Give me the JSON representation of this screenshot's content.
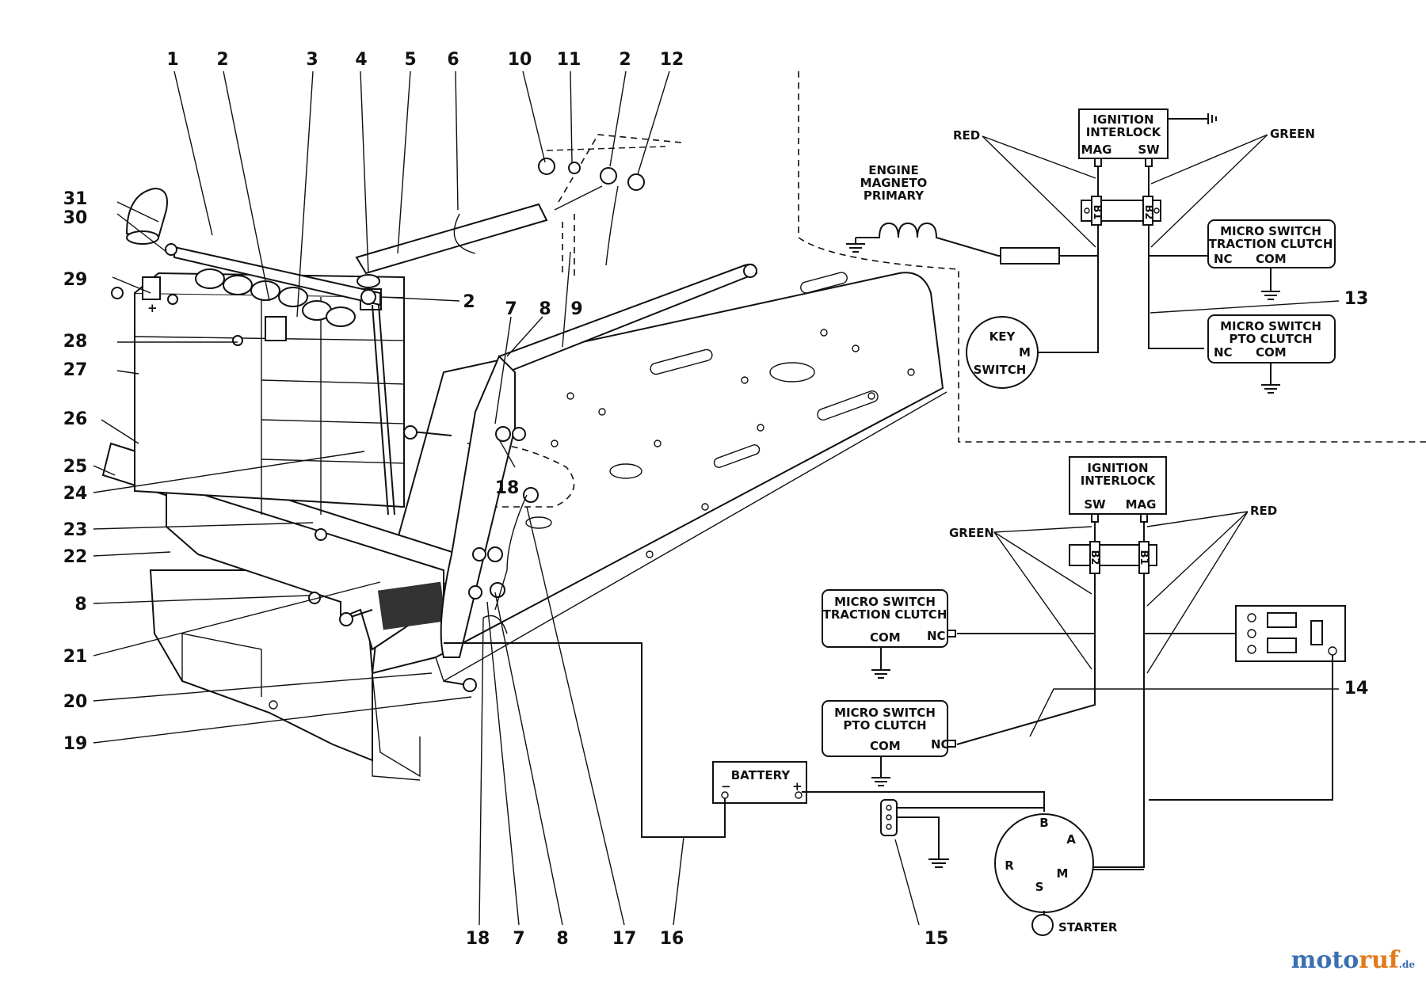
{
  "part_numbers": {
    "top_row": [
      "1",
      "2",
      "3",
      "4",
      "5",
      "6",
      "10",
      "11",
      "2",
      "12"
    ],
    "mid": [
      "2",
      "7",
      "8",
      "9",
      "18",
      "13"
    ],
    "left_col": [
      "31",
      "30",
      "29",
      "28",
      "27",
      "26",
      "25",
      "24",
      "23",
      "22",
      "8",
      "21",
      "20",
      "19"
    ],
    "bottom_row": [
      "18",
      "7",
      "8",
      "17",
      "16",
      "15"
    ],
    "right": [
      "14"
    ]
  },
  "upper_diagram": {
    "interlock_title": [
      "IGNITION",
      "INTERLOCK"
    ],
    "terminals": [
      "MAG",
      "SW"
    ],
    "red": "RED",
    "green": "GREEN",
    "magneto": [
      "ENGINE",
      "MAGNETO",
      "PRIMARY"
    ],
    "traction": [
      "MICRO SWITCH",
      "TRACTION CLUTCH"
    ],
    "pto": [
      "MICRO SWITCH",
      "PTO CLUTCH"
    ],
    "nc": "NC",
    "com": "COM",
    "key": [
      "KEY",
      "SWITCH"
    ],
    "m": "M",
    "diode_b1": "B1",
    "diode_b2": "B2"
  },
  "lower_diagram": {
    "interlock_title": [
      "IGNITION",
      "INTERLOCK"
    ],
    "terminals": [
      "SW",
      "MAG"
    ],
    "green": "GREEN",
    "red": "RED",
    "traction": [
      "MICRO SWITCH",
      "TRACTION CLUTCH"
    ],
    "pto": [
      "MICRO SWITCH",
      "PTO CLUTCH"
    ],
    "nc": "NC",
    "com": "COM",
    "battery": "BATTERY",
    "minus": "−",
    "plus": "+",
    "starter": "STARTER",
    "switch_terms": [
      "B",
      "A",
      "M",
      "S",
      "R"
    ],
    "diode_b1": "B1",
    "diode_b2": "B2"
  },
  "watermark": {
    "a": "moto",
    "b": "ruf",
    "c": ".de"
  },
  "colors": {
    "ink": "#111111",
    "paper": "#ffffff",
    "wm_blue": "#3a6fb0",
    "wm_orange": "#e07a1a"
  }
}
